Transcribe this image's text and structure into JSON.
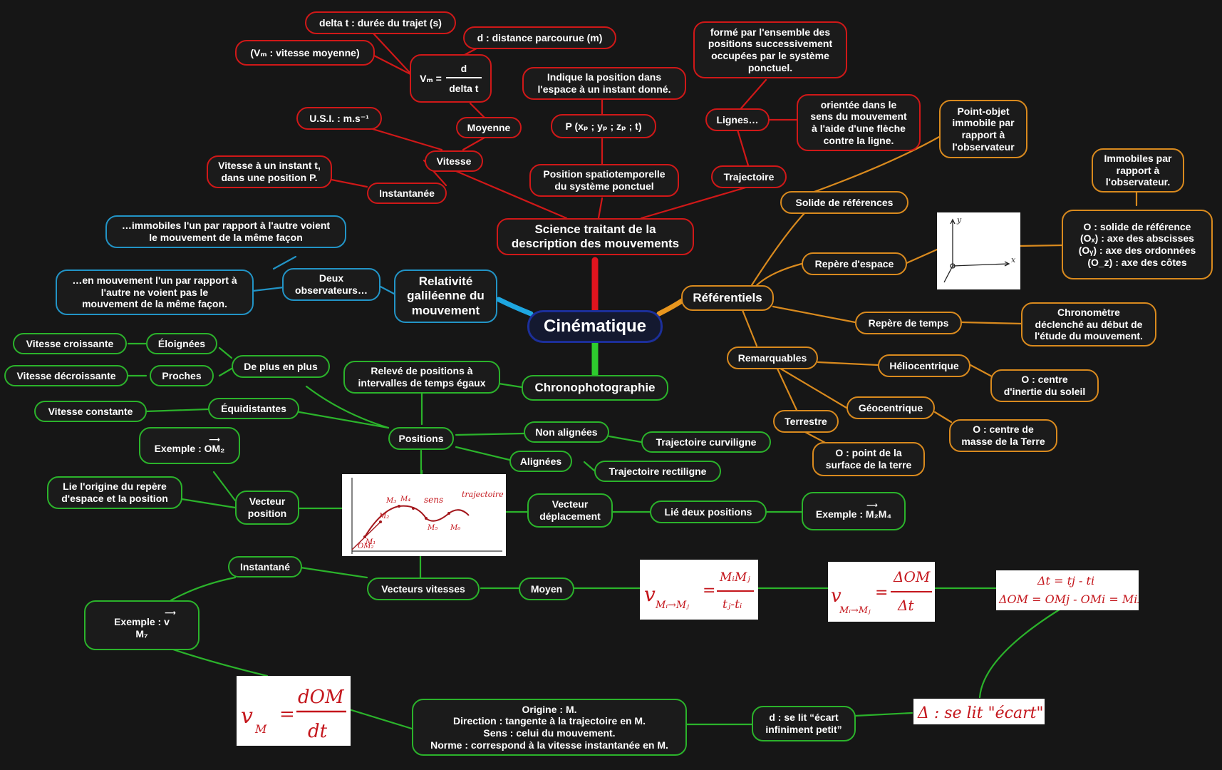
{
  "center": "Cinématique",
  "science": {
    "root": "Science traitant de la\ndescription des mouvements",
    "position_spatio": "Position spatiotemporelle\ndu système ponctuel",
    "coords": "P (xₚ ; yₚ ; zₚ ; t)",
    "indique": "Indique la position dans\nl'espace à un instant donné.",
    "trajectoire": "Trajectoire",
    "lignes": "Lignes…",
    "forme": "formé par l'ensemble des\npositions successivement\noccupées par le système\nponctuel.",
    "orientee": "orientée dans le\nsens du mouvement\nà l'aide d'une flèche\ncontre la ligne.",
    "vitesse": "Vitesse",
    "moyenne": "Moyenne",
    "instantanee": "Instantanée",
    "vit_instant": "Vitesse à un instant t,\ndans une position P.",
    "usi": "U.S.I. : m.s⁻¹",
    "vm_formula": "Vₘ = d / delta t",
    "vm_left": "Vₘ =",
    "vm_num": "d",
    "vm_den": "delta t",
    "vm_def": "(Vₘ : vitesse moyenne)",
    "delta_t": "delta t : durée du trajet (s)",
    "distance": "d : distance parcourue (m)"
  },
  "referentiels": {
    "root": "Référentiels",
    "solide": "Solide de références",
    "point_objet": "Point-objet\nimmobile par\nrapport à\nl'observateur",
    "repere_espace": "Repère d'espace",
    "axes": "O : solide de référence\n(Oₓ) : axe des abscisses\n(Oᵧ) : axe des ordonnées\n(O_z) : axe des côtes",
    "immobiles": "Immobiles par\nrapport à\nl'observateur.",
    "repere_temps": "Repère de temps",
    "chronometre": "Chronomètre\ndéclenché au début de\nl'étude du mouvement.",
    "remarquables": "Remarquables",
    "heliocentrique": "Héliocentrique",
    "centre_soleil": "O : centre\nd'inertie du soleil",
    "geocentrique": "Géocentrique",
    "centre_terre": "O : centre de\nmasse de la Terre",
    "terrestre": "Terrestre",
    "point_surface": "O : point de la\nsurface de la terre"
  },
  "relativite": {
    "root": "Relativité\ngaliléenne du\nmouvement",
    "deux_obs": "Deux\nobservateurs…",
    "immobiles": "…immobiles l'un par rapport à l'autre voient\nle mouvement de la même façon",
    "en_mouvement": "…en mouvement l'un par rapport à\nl'autre ne voient pas le\nmouvement de la même façon."
  },
  "chrono": {
    "root": "Chronophotographie",
    "releve": "Relevé de positions à\nintervalles de temps égaux",
    "positions": "Positions",
    "de_plus": "De plus en plus",
    "eloignees": "Éloignées",
    "proches": "Proches",
    "vit_croissante": "Vitesse croissante",
    "vit_decroissante": "Vitesse décroissante",
    "equidistantes": "Équidistantes",
    "vit_constante": "Vitesse constante",
    "non_alignees": "Non alignées",
    "traj_curviligne": "Trajectoire curviligne",
    "alignees": "Alignées",
    "traj_rectiligne": "Trajectoire rectiligne",
    "vect_position": "Vecteur\nposition",
    "exemple_om": "Exemple : OM₂",
    "lie_origine": "Lie l'origine du repère\nd'espace et la position",
    "vect_deplacement": "Vecteur\ndéplacement",
    "lie_deux": "Lié deux positions",
    "exemple_m2m4": "Exemple : M₂M₄",
    "vect_vitesses": "Vecteurs vitesses",
    "moyen": "Moyen",
    "instantane": "Instantané",
    "exemple_v": "Exemple : v\nM₇",
    "origine": "Origine : M.\nDirection : tangente à la trajectoire en M.\nSens : celui du mouvement.\nNorme : correspond à la vitesse instantanée en M.",
    "ecart": "d : se lit “écart\ninfiniment petit”"
  },
  "handwriting": {
    "f1": "v Mi→Mj = MiMj / tj-ti",
    "f2": "v Mi→Mj = ΔOM / Δt",
    "f3a": "Δt = tj - ti",
    "f3b": "ΔOM = OMj - OMi = MiMj",
    "f4": "Δ : se lit \"écart\"",
    "f5": "vM = dOM / dt",
    "sketch_labels": [
      "sens",
      "trajectoire",
      "M₁",
      "M₂",
      "M₃",
      "M₄",
      "M₅",
      "M₆",
      "OM₂",
      "y",
      "x"
    ]
  },
  "colors": {
    "red": "#d01818",
    "orange": "#d98a1e",
    "blue": "#2294c6",
    "green": "#2bb32b",
    "center": "#1c2f9a"
  }
}
